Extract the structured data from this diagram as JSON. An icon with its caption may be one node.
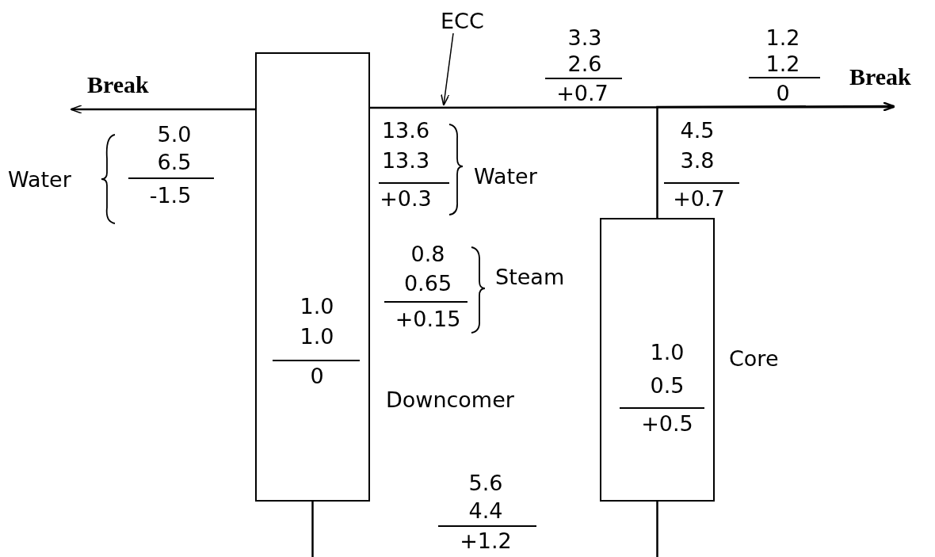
{
  "diagram": {
    "nodes": [
      {
        "text": [
          "1.0",
          "1.0",
          "0"
        ],
        "beside": [
          "Downcomer"
        ]
      },
      {
        "text": [
          "1.0",
          "0.5",
          "+0.5"
        ],
        "beside": [
          "Core"
        ]
      },
      {
        "text": [
          "Break"
        ]
      },
      {
        "text": [
          "Break"
        ]
      },
      {
        "text": [
          "ECC"
        ]
      }
    ],
    "edges": [
      {
        "from": 0,
        "to": 2,
        "arrow": "to"
      },
      {
        "from": 0,
        "to": 3,
        "arrow": "to"
      },
      {
        "from": 1,
        "to": 3,
        "arrow": "to"
      },
      {
        "from": 4,
        "to": null,
        "arrow": "to"
      },
      {
        "from": 0,
        "to": null,
        "arrow": "none"
      },
      {
        "from": 1,
        "to": null,
        "arrow": "none"
      }
    ],
    "labels": [
      "3.3",
      "2.6",
      "+0.7",
      "1.2",
      "1.2",
      "0",
      "5.0",
      "6.5",
      "-1.5",
      "Water",
      "13.6",
      "13.3",
      "+0.3",
      "Water",
      "4.5",
      "3.8",
      "+0.7",
      "0.8",
      "0.65",
      "+0.15",
      "Steam",
      "5.6",
      "4.4",
      "+1.2"
    ]
  }
}
